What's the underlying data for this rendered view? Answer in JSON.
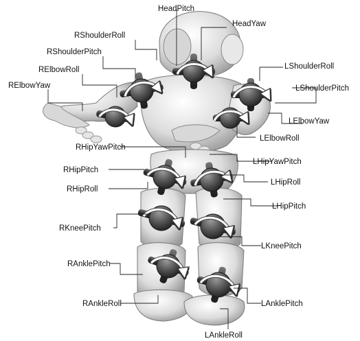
{
  "figure": {
    "colors": {
      "body_light": "#f2f2f2",
      "body_mid": "#cfcfcf",
      "body_dark": "#8a8a8a",
      "motor": "#4a4a4a",
      "motor_dark": "#2b2b2b",
      "leader": "#222222"
    },
    "joints": {
      "head_pitch": "HeadPitch",
      "head_yaw": "HeadYaw",
      "r_shoulder_roll": "RShoulderRoll",
      "r_shoulder_pitch": "RShoulderPitch",
      "r_elbow_roll": "RElbowRoll",
      "r_elbow_yaw": "RElbowYaw",
      "l_shoulder_roll": "LShoulderRoll",
      "l_shoulder_pitch": "LShoulderPitch",
      "l_elbow_yaw": "LElbowYaw",
      "l_elbow_roll": "LElbowRoll",
      "r_hip_yaw_pitch": "RHipYawPitch",
      "l_hip_yaw_pitch": "LHipYawPitch",
      "r_hip_pitch": "RHipPitch",
      "r_hip_roll": "RHipRoll",
      "l_hip_roll": "LHipRoll",
      "l_hip_pitch": "LHipPitch",
      "r_knee_pitch": "RKneePitch",
      "l_knee_pitch": "LKneePitch",
      "r_ankle_pitch": "RAnklePitch",
      "r_ankle_roll": "RAnkleRoll",
      "l_ankle_pitch": "LAnklePitch",
      "l_ankle_roll": "LAnkleRoll"
    }
  }
}
